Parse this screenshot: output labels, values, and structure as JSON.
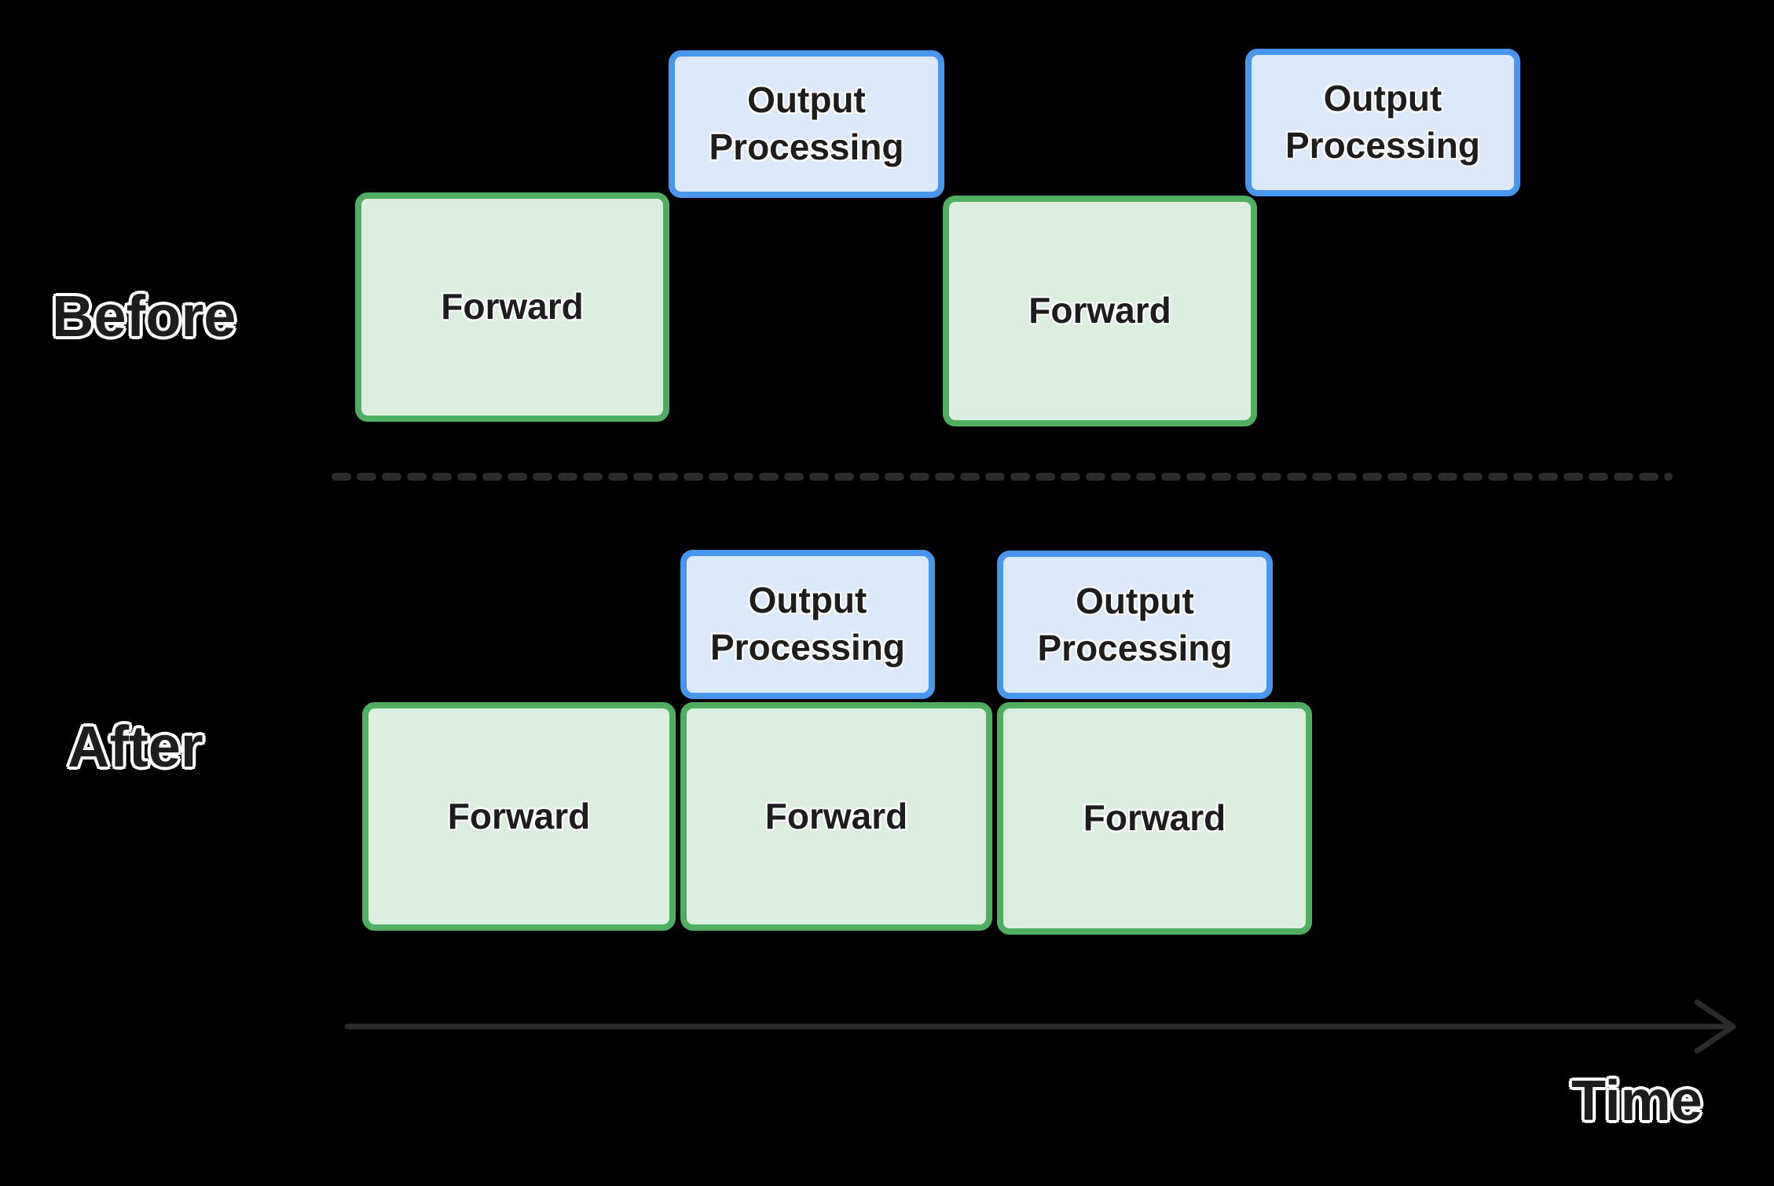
{
  "colors": {
    "background": "#000000",
    "green_border": "#4fae5f",
    "green_fill": "#dceede",
    "blue_border": "#4897ec",
    "blue_fill": "#dbe9fa",
    "muted_line": "#2b2b2b",
    "text_dark": "#1d1d1d",
    "text_outline": "#ffffff"
  },
  "before": {
    "label": "Before",
    "boxes": [
      {
        "kind": "forward",
        "label": "Forward"
      },
      {
        "kind": "output",
        "label": "Output Processing"
      },
      {
        "kind": "forward",
        "label": "Forward"
      },
      {
        "kind": "output",
        "label": "Output Processing"
      }
    ]
  },
  "after": {
    "label": "After",
    "boxes": [
      {
        "kind": "forward",
        "label": "Forward"
      },
      {
        "kind": "output",
        "label": "Output Processing"
      },
      {
        "kind": "forward",
        "label": "Forward"
      },
      {
        "kind": "output",
        "label": "Output Processing"
      },
      {
        "kind": "forward",
        "label": "Forward"
      }
    ]
  },
  "time_axis": {
    "label": "Time"
  }
}
